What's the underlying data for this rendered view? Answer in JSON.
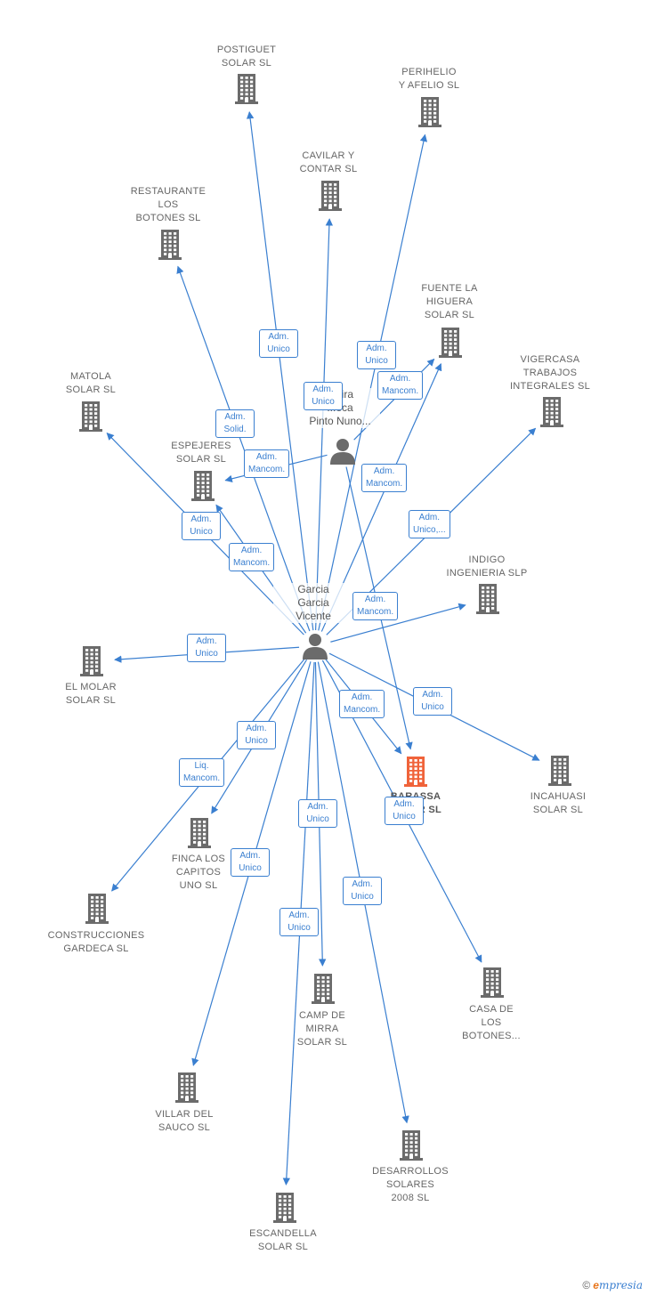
{
  "persons": [
    {
      "id": "garcia",
      "label": "Garcia\nGarcia\nVicente"
    },
    {
      "id": "pinto",
      "label": "...eira\n...eca\nPinto Nuno..."
    }
  ],
  "companies": [
    {
      "id": "postiguet",
      "label": "POSTIGUET\nSOLAR  SL"
    },
    {
      "id": "perihelio",
      "label": "PERIHELIO\nY AFELIO  SL"
    },
    {
      "id": "cavilar",
      "label": "CAVILAR Y\nCONTAR  SL"
    },
    {
      "id": "restaurante",
      "label": "RESTAURANTE\nLOS\nBOTONES  SL"
    },
    {
      "id": "fuente",
      "label": "FUENTE LA\nHIGUERA\nSOLAR  SL"
    },
    {
      "id": "vigercasa",
      "label": "VIGERCASA\nTRABAJOS\nINTEGRALES SL"
    },
    {
      "id": "matola",
      "label": "MATOLA\nSOLAR  SL"
    },
    {
      "id": "espejeres",
      "label": "ESPEJERES\nSOLAR  SL"
    },
    {
      "id": "indigo",
      "label": "INDIGO\nINGENIERIA SLP"
    },
    {
      "id": "elmolar",
      "label": "EL MOLAR\nSOLAR  SL"
    },
    {
      "id": "barassa",
      "label": "BARASSA\nSOLAR  SL",
      "highlight": true
    },
    {
      "id": "incahuasi",
      "label": "INCAHUASI\nSOLAR  SL"
    },
    {
      "id": "finca",
      "label": "FINCA LOS\nCAPITOS\nUNO  SL"
    },
    {
      "id": "construcciones",
      "label": "CONSTRUCCIONES\nGARDECA SL"
    },
    {
      "id": "casa",
      "label": "CASA DE\nLOS\nBOTONES..."
    },
    {
      "id": "camp",
      "label": "CAMP DE\nMIRRA\nSOLAR  SL"
    },
    {
      "id": "villar",
      "label": "VILLAR DEL\nSAUCO SL"
    },
    {
      "id": "desarrollos",
      "label": "DESARROLLOS\nSOLARES\n2008  SL"
    },
    {
      "id": "escandella",
      "label": "ESCANDELLA\nSOLAR  SL"
    }
  ],
  "relations": [
    {
      "from": "garcia",
      "to": "postiguet",
      "label": "Adm.\nUnico"
    },
    {
      "from": "garcia",
      "to": "cavilar",
      "label": "Adm.\nUnico"
    },
    {
      "from": "garcia",
      "to": "perihelio",
      "label": "Adm.\nUnico"
    },
    {
      "from": "garcia",
      "to": "restaurante",
      "label": "Adm.\nSolid."
    },
    {
      "from": "garcia",
      "to": "fuente",
      "label": "Adm.\nMancom."
    },
    {
      "from": "pinto",
      "to": "fuente",
      "label": "Adm.\nMancom."
    },
    {
      "from": "garcia",
      "to": "vigercasa",
      "label": "Adm.\nUnico,..."
    },
    {
      "from": "garcia",
      "to": "matola",
      "label": "Adm.\nUnico"
    },
    {
      "from": "pinto",
      "to": "espejeres",
      "label": "Adm.\nMancom."
    },
    {
      "from": "garcia",
      "to": "espejeres",
      "label": "Adm.\nMancom."
    },
    {
      "from": "garcia",
      "to": "indigo",
      "label": "Adm.\nMancom."
    },
    {
      "from": "garcia",
      "to": "elmolar",
      "label": "Adm.\nUnico"
    },
    {
      "from": "pinto",
      "to": "barassa",
      "label": "Adm.\nMancom."
    },
    {
      "from": "garcia",
      "to": "barassa",
      "label": "Adm.\nMancom."
    },
    {
      "from": "garcia",
      "to": "incahuasi",
      "label": "Adm.\nUnico"
    },
    {
      "from": "garcia",
      "to": "finca",
      "label": "Adm.\nUnico"
    },
    {
      "from": "garcia",
      "to": "construcciones",
      "label": "Liq.\nMancom."
    },
    {
      "from": "garcia",
      "to": "casa",
      "label": "Adm.\nUnico"
    },
    {
      "from": "garcia",
      "to": "camp",
      "label": "Adm.\nUnico"
    },
    {
      "from": "garcia",
      "to": "villar",
      "label": "Adm.\nUnico"
    },
    {
      "from": "garcia",
      "to": "desarrollos",
      "label": "Adm.\nUnico"
    },
    {
      "from": "garcia",
      "to": "escandella",
      "label": "Adm.\nUnico"
    }
  ],
  "footer": {
    "copyright": "©",
    "brand_e": "e",
    "brand_rest": "mpresia"
  },
  "colors": {
    "edge": "#3a7fd0",
    "building": "#6b6b6b",
    "highlight": "#f0633a",
    "person": "#6b6b6b"
  }
}
